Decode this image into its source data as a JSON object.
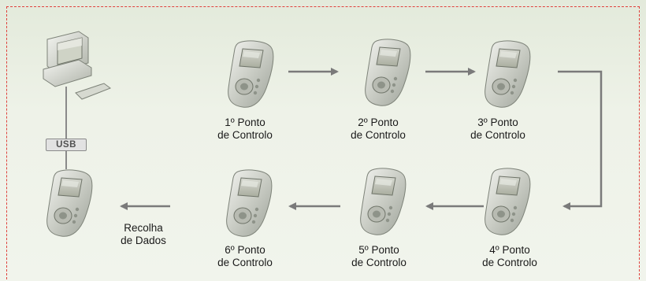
{
  "connector": {
    "label": "USB"
  },
  "checkpoints": [
    {
      "line1": "1º Ponto",
      "line2": "de Controlo"
    },
    {
      "line1": "2º Ponto",
      "line2": "de Controlo"
    },
    {
      "line1": "3º Ponto",
      "line2": "de Controlo"
    },
    {
      "line1": "4º Ponto",
      "line2": "de Controlo"
    },
    {
      "line1": "5º Ponto",
      "line2": "de Controlo"
    },
    {
      "line1": "6º Ponto",
      "line2": "de Controlo"
    }
  ],
  "collection": {
    "line1": "Recolha",
    "line2": "de Dados"
  },
  "colors": {
    "frame": "#e0413c",
    "arrow": "#7a7a7a",
    "device": "#c9ccc4"
  }
}
